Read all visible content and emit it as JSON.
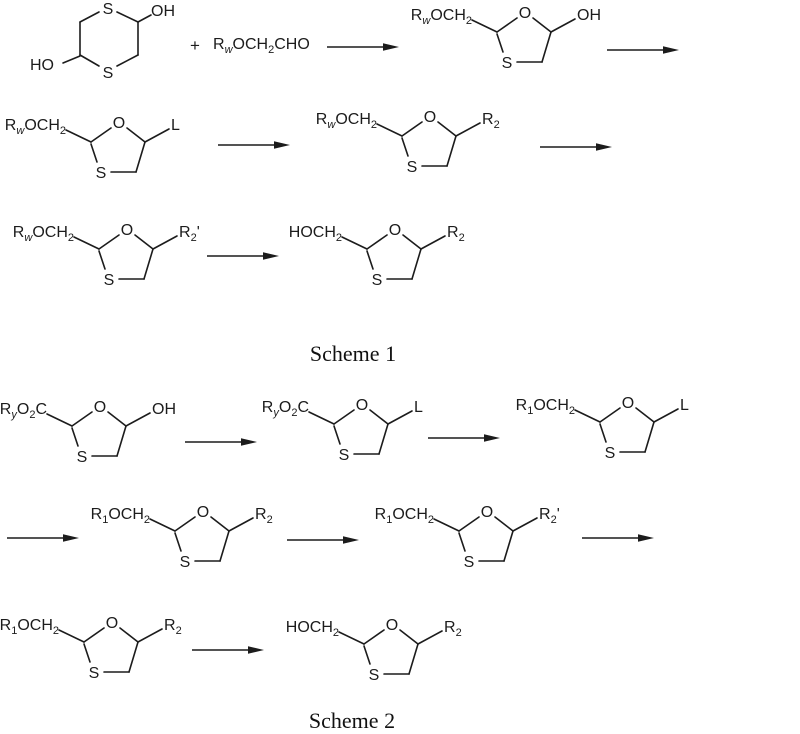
{
  "page": {
    "background": "#ffffff",
    "ink": "#1c1c1c"
  },
  "atoms": {
    "oxygen": "O",
    "sulfur": "S"
  },
  "formulas": {
    "plus_sign": [
      {
        "t": "+"
      }
    ],
    "rw_och2_cho": [
      {
        "t": "R"
      },
      {
        "t": "w",
        "sub": true,
        "i": true
      },
      {
        "t": "OCH"
      },
      {
        "t": "2",
        "sub": true
      },
      {
        "t": "CHO"
      }
    ],
    "rw_och2": [
      {
        "t": "R"
      },
      {
        "t": "w",
        "sub": true,
        "i": true
      },
      {
        "t": "OCH"
      },
      {
        "t": "2",
        "sub": true
      }
    ],
    "ho_ch2": [
      {
        "t": "HOCH"
      },
      {
        "t": "2",
        "sub": true
      }
    ],
    "ry_o2c": [
      {
        "t": "R"
      },
      {
        "t": "y",
        "sub": true,
        "i": true
      },
      {
        "t": "O"
      },
      {
        "t": "2",
        "sub": true
      },
      {
        "t": "C"
      }
    ],
    "r1_och2": [
      {
        "t": "R"
      },
      {
        "t": "1",
        "sub": true
      },
      {
        "t": "OCH"
      },
      {
        "t": "2",
        "sub": true
      }
    ],
    "hydroxyl": [
      {
        "t": "OH"
      }
    ],
    "hydroxyl_rev": [
      {
        "t": "HO"
      }
    ],
    "leaving_group": [
      {
        "t": "L"
      }
    ],
    "r2": [
      {
        "t": "R"
      },
      {
        "t": "2",
        "sub": true
      }
    ],
    "r2_prime": [
      {
        "t": "R"
      },
      {
        "t": "2",
        "sub": true
      },
      {
        "t": "'"
      }
    ]
  },
  "captions": {
    "scheme1": "Scheme 1",
    "scheme2": "Scheme 2"
  }
}
